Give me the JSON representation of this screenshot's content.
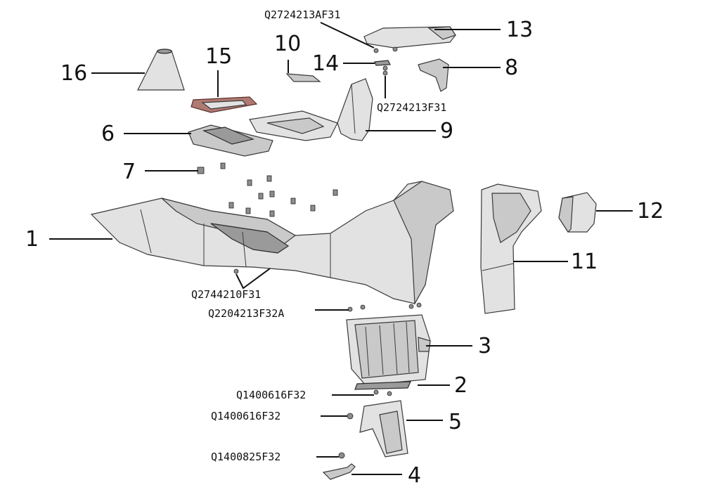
{
  "callouts": {
    "p1": "1",
    "p2": "2",
    "p3": "3",
    "p4": "4",
    "p5": "5",
    "p6": "6",
    "p7": "7",
    "p8": "8",
    "p9": "9",
    "p10": "10",
    "p11": "11",
    "p12": "12",
    "p13": "13",
    "p14": "14",
    "p15": "15",
    "p16": "16"
  },
  "fasteners": {
    "f_top": "Q2724213AF31",
    "f_right": "Q2724213F31",
    "f_mid": "Q2744210F31",
    "f_3a": "Q2204213F32A",
    "f_b1": "Q1400616F32",
    "f_b2": "Q1400616F32",
    "f_b3": "Q1400825F32"
  }
}
